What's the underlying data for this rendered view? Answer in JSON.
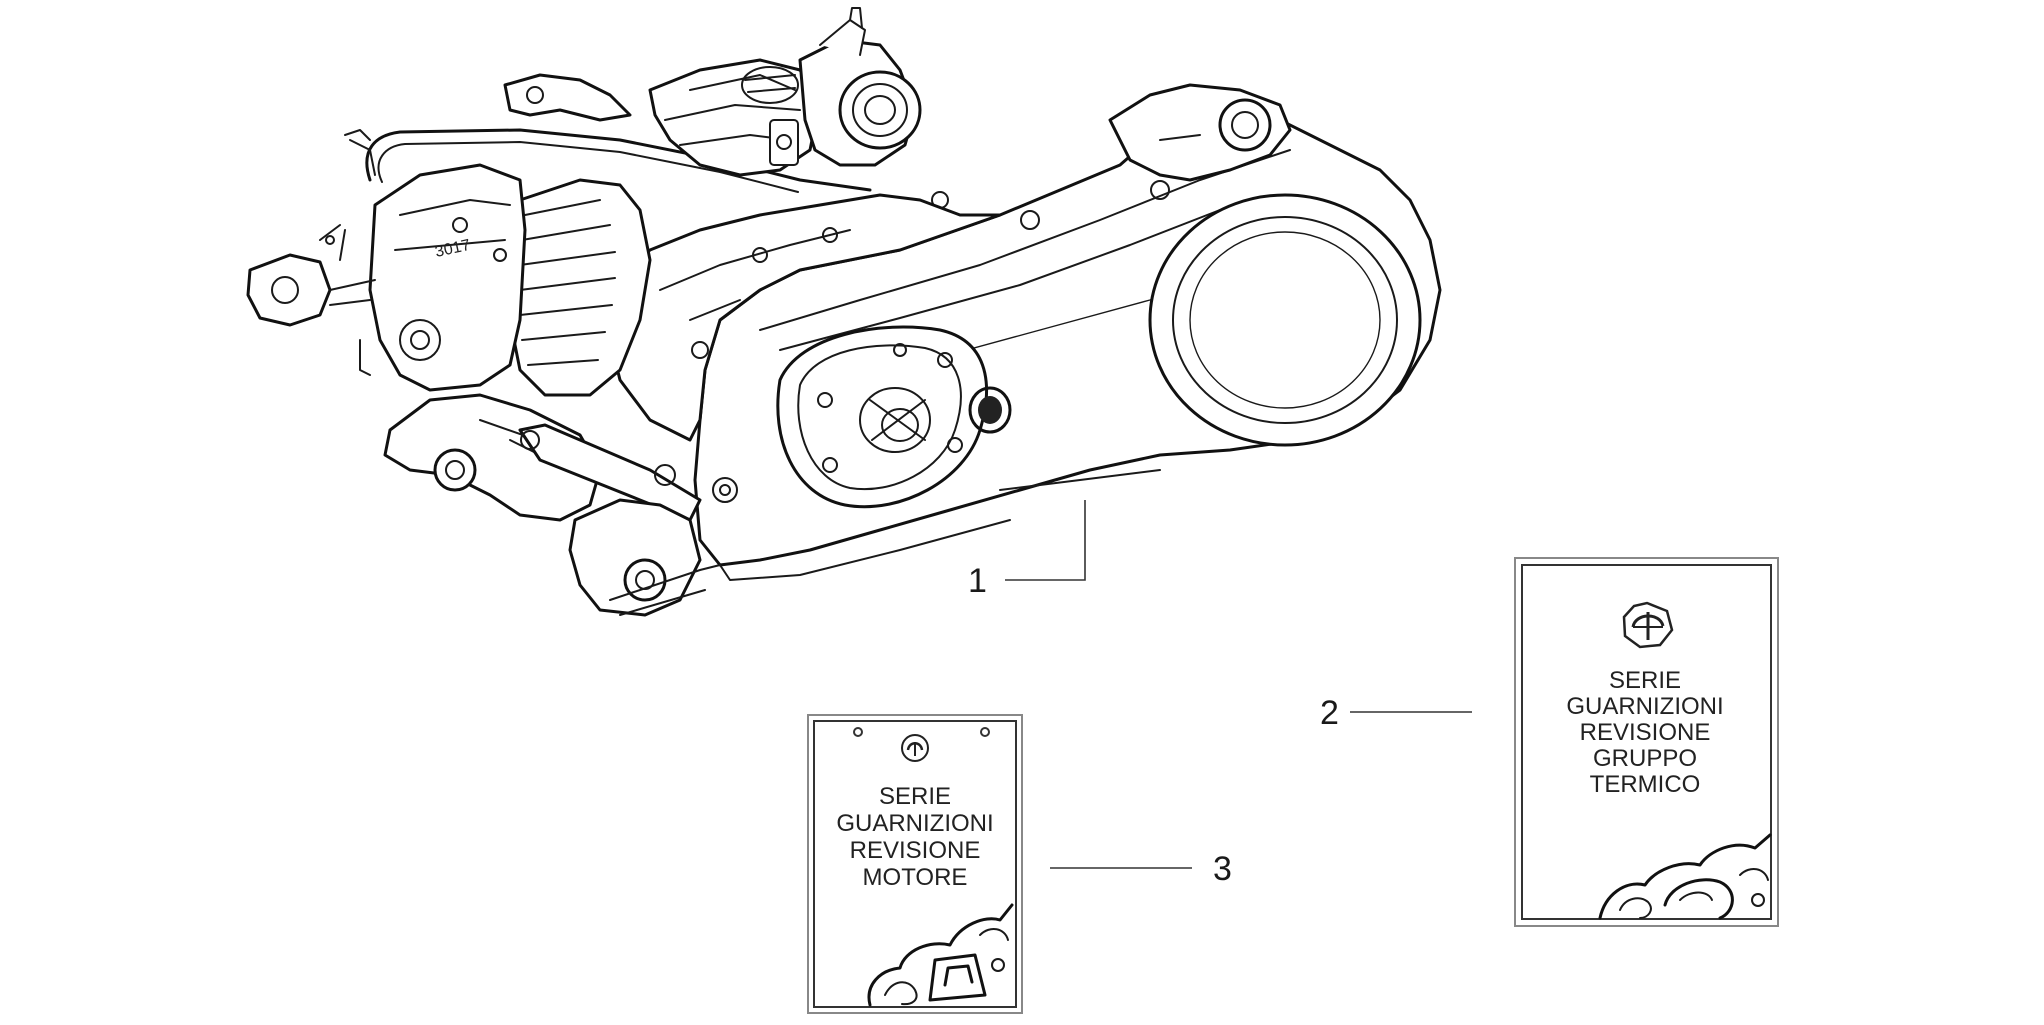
{
  "diagram": {
    "callouts": [
      {
        "id": "1",
        "label": "1"
      },
      {
        "id": "2",
        "label": "2"
      },
      {
        "id": "3",
        "label": "3"
      }
    ],
    "pack_head": {
      "lines": [
        "SERIE",
        "GUARNIZIONI",
        "REVISIONE",
        "GRUPPO",
        "TERMICO"
      ],
      "logo_icon": "piaggio-logo-icon"
    },
    "pack_engine": {
      "lines": [
        "SERIE",
        "GUARNIZIONI",
        "REVISIONE",
        "MOTORE"
      ],
      "logo_icon": "piaggio-logo-icon"
    },
    "engine_casting_text": "3017"
  }
}
